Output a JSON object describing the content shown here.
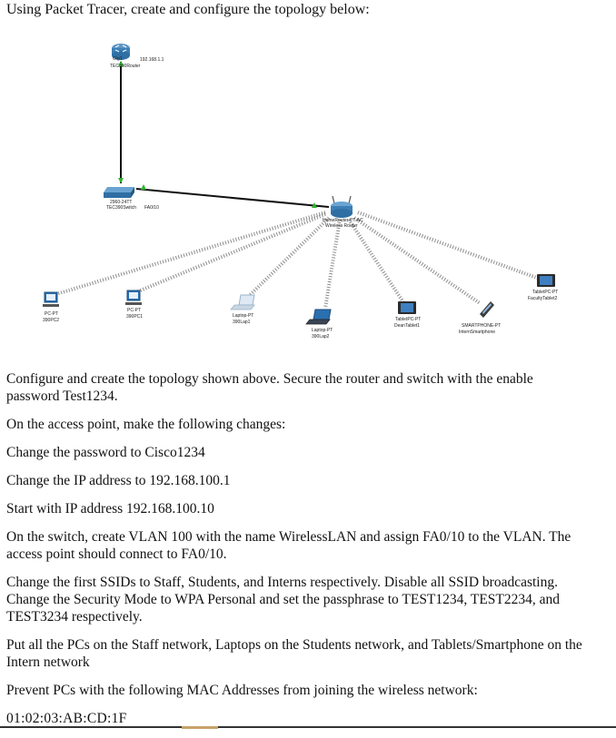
{
  "document": {
    "title": "Using Packet Tracer, create and configure the topology below:",
    "paragraphs": [
      "Configure and create the topology shown above. Secure the router and switch with the enable password Test1234.",
      "On the access point, make the following changes:",
      "Change the password to Cisco1234",
      "Change the IP address to 192.168.100.1",
      "Start with IP address 192.168.100.10",
      "On the switch, create VLAN 100 with the name WirelessLAN and assign FA0/10 to the VLAN. The access point should connect to FA0/10.",
      "Change the first SSIDs to Staff, Students, and Interns respectively. Disable all SSID broadcasting. Change the Security Mode to WPA Personal and set the passphrase to TEST1234, TEST2234, and TEST3234 respectively.",
      "Put all the PCs on the Staff network, Laptops on the Students network, and Tablets/Smartphone on the Intern network",
      "Prevent PCs with the following MAC Addresses from joining the wireless network:"
    ],
    "mac_address": "01:02:03:AB:CD:1F"
  },
  "topology": {
    "router": {
      "port": "Gig1",
      "ip": "192.168.1.1",
      "model": "TEC390Router"
    },
    "switch": {
      "model": "2960-24TT",
      "name": "TEC390Switch",
      "port": "FA0/10"
    },
    "wireless_router": {
      "model": "HomeRouter-PT-AC",
      "name": "Wireless Router"
    },
    "devices": [
      {
        "model": "PC-PT",
        "name": "390PC2"
      },
      {
        "model": "PC-PT",
        "name": "390PC1"
      },
      {
        "model": "Laptop-PT",
        "name": "390Lap1"
      },
      {
        "model": "Laptop-PT",
        "name": "390Lap2"
      },
      {
        "model": "TabletPC-PT",
        "name": "DeanTablet1"
      },
      {
        "model": "SMARTPHONE-PT",
        "name": "InternSmartphone"
      },
      {
        "model": "TabletPC-PT",
        "name": "FacultyTablet2"
      }
    ],
    "colors": {
      "wired": "#111111",
      "wireless": "#8c8c8c",
      "link_up": "#2db52d",
      "router_blue": "#3d7fb5",
      "device_blue": "#2a6fb0"
    }
  }
}
